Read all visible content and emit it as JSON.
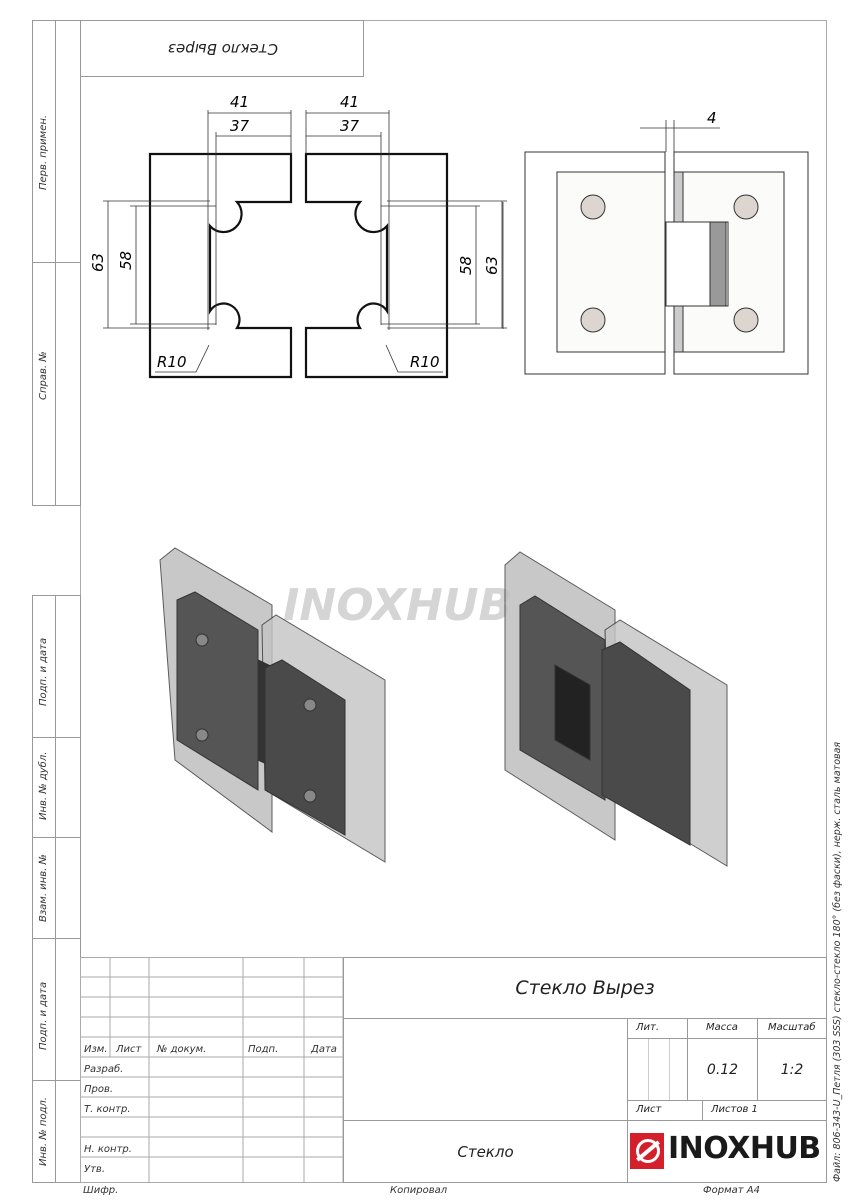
{
  "top_box": {
    "label": "Стекло Вырез"
  },
  "side_labels": [
    "Перв. примен.",
    "Справ. №",
    "Подп. и дата",
    "Инв. № дубл.",
    "Взам. инв. №",
    "Подп. и дата",
    "Инв. № подл."
  ],
  "dimensions": {
    "w_outer": "41",
    "w_inner": "37",
    "h_outer": "63",
    "h_inner": "58",
    "radius": "R10",
    "gap": "4"
  },
  "watermark": "INOXHUB",
  "title_block": {
    "title": "Стекло Вырез",
    "material": "Стекло",
    "headers": {
      "izm": "Изм.",
      "list": "Лист",
      "doc": "№ докум.",
      "podp": "Подп.",
      "date": "Дата"
    },
    "roles": [
      "Разраб.",
      "Пров.",
      "Т. контр.",
      "",
      "Н. контр.",
      "Утв."
    ],
    "lit_label": "Лит.",
    "mass_label": "Масса",
    "scale_label": "Масштаб",
    "mass": "0.12",
    "scale": "1:2",
    "sheet_label": "Лист",
    "sheets_label": "Листов 1",
    "logo": "INOXHUB"
  },
  "footer": {
    "cipher": "Шифр.",
    "copied": "Копировал",
    "format": "Формат А4"
  },
  "file_note": "Файл: 806-343-U_Петля (303 SSS) стекло-стекло 180° (без фаски), нерж. сталь матовая",
  "colors": {
    "logo_red": "#d3202a",
    "line": "#9a9a9a"
  }
}
